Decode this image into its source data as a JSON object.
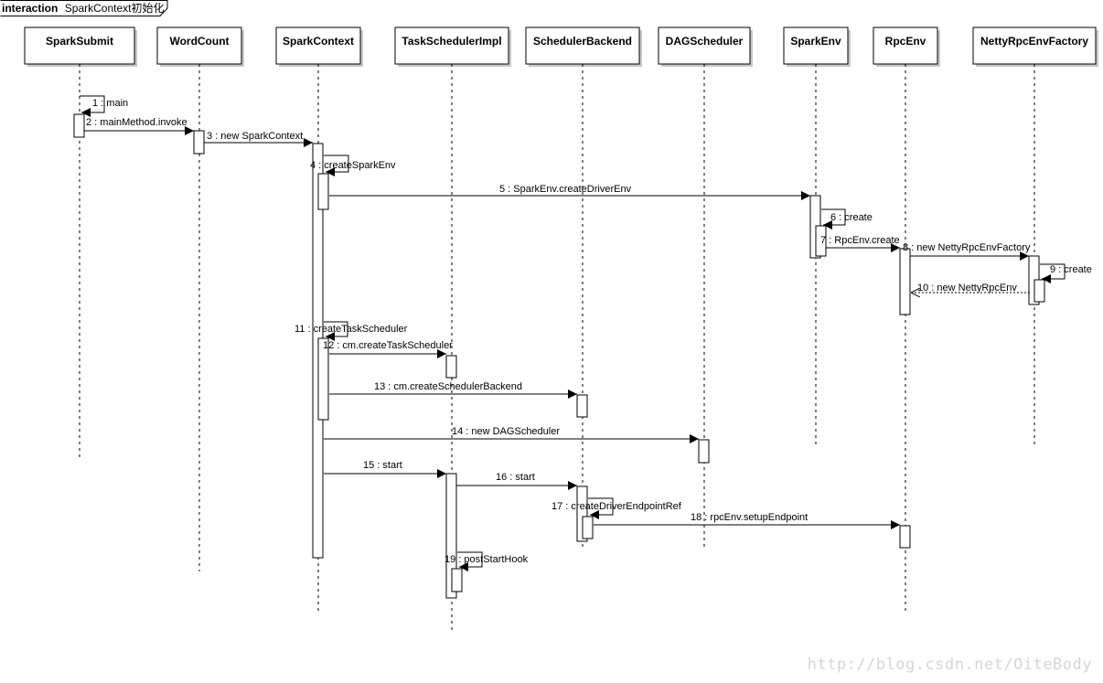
{
  "frame": {
    "keyword": "interaction",
    "name": "SparkContext初始化"
  },
  "lifelines": [
    {
      "id": "submit",
      "label": "SparkSubmit"
    },
    {
      "id": "wordcount",
      "label": "WordCount"
    },
    {
      "id": "sparkcontext",
      "label": "SparkContext"
    },
    {
      "id": "taskscheduler",
      "label": "TaskSchedulerImpl"
    },
    {
      "id": "backend",
      "label": "SchedulerBackend"
    },
    {
      "id": "dag",
      "label": "DAGScheduler"
    },
    {
      "id": "sparkenv",
      "label": "SparkEnv"
    },
    {
      "id": "rpcenv",
      "label": "RpcEnv"
    },
    {
      "id": "netty",
      "label": "NettyRpcEnvFactory"
    }
  ],
  "messages": [
    {
      "n": 1,
      "label": "1 : main",
      "from": "submit",
      "to": "submit",
      "kind": "self"
    },
    {
      "n": 2,
      "label": "2 : mainMethod.invoke",
      "from": "submit",
      "to": "wordcount",
      "kind": "sync"
    },
    {
      "n": 3,
      "label": "3 : new SparkContext",
      "from": "wordcount",
      "to": "sparkcontext",
      "kind": "sync"
    },
    {
      "n": 4,
      "label": "4 : createSparkEnv",
      "from": "sparkcontext",
      "to": "sparkcontext",
      "kind": "self"
    },
    {
      "n": 5,
      "label": "5 : SparkEnv.createDriverEnv",
      "from": "sparkcontext",
      "to": "sparkenv",
      "kind": "sync"
    },
    {
      "n": 6,
      "label": "6 : create",
      "from": "sparkenv",
      "to": "sparkenv",
      "kind": "self"
    },
    {
      "n": 7,
      "label": "7 : RpcEnv.create",
      "from": "sparkenv",
      "to": "rpcenv",
      "kind": "sync"
    },
    {
      "n": 8,
      "label": "8 : new NettyRpcEnvFactory",
      "from": "rpcenv",
      "to": "netty",
      "kind": "sync"
    },
    {
      "n": 9,
      "label": "9 : create",
      "from": "netty",
      "to": "netty",
      "kind": "self"
    },
    {
      "n": 10,
      "label": "10 : new NettyRpcEnv",
      "from": "netty",
      "to": "rpcenv",
      "kind": "return"
    },
    {
      "n": 11,
      "label": "11 : createTaskScheduler",
      "from": "sparkcontext",
      "to": "sparkcontext",
      "kind": "self"
    },
    {
      "n": 12,
      "label": "12 : cm.createTaskScheduler",
      "from": "sparkcontext",
      "to": "taskscheduler",
      "kind": "sync"
    },
    {
      "n": 13,
      "label": "13 : cm.createSchedulerBackend",
      "from": "sparkcontext",
      "to": "backend",
      "kind": "sync"
    },
    {
      "n": 14,
      "label": "14 : new DAGScheduler",
      "from": "sparkcontext",
      "to": "dag",
      "kind": "sync"
    },
    {
      "n": 15,
      "label": "15 : start",
      "from": "sparkcontext",
      "to": "taskscheduler",
      "kind": "sync"
    },
    {
      "n": 16,
      "label": "16 : start",
      "from": "taskscheduler",
      "to": "backend",
      "kind": "sync"
    },
    {
      "n": 17,
      "label": "17 : createDriverEndpointRef",
      "from": "backend",
      "to": "backend",
      "kind": "self"
    },
    {
      "n": 18,
      "label": "18 : rpcEnv.setupEndpoint",
      "from": "backend",
      "to": "rpcenv",
      "kind": "sync"
    },
    {
      "n": 19,
      "label": "19 : postStartHook",
      "from": "taskscheduler",
      "to": "taskscheduler",
      "kind": "self"
    }
  ],
  "watermark": "http://blog.csdn.net/OiteBody"
}
